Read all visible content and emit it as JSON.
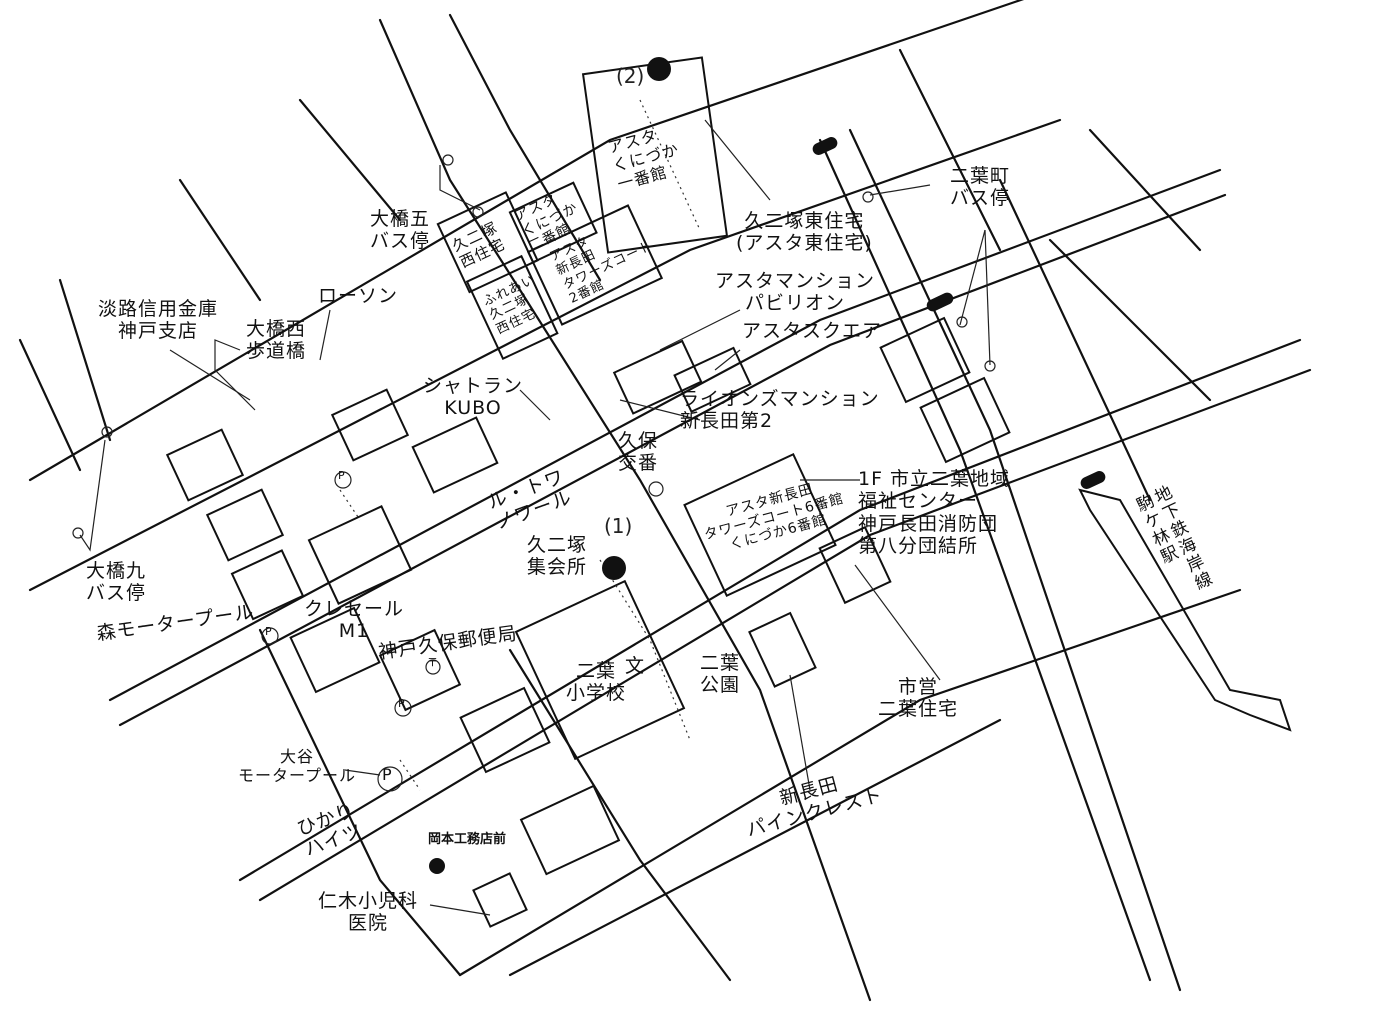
{
  "labels": {
    "awaji_bank": "淡路信用金庫\n神戸支店",
    "ohashi_nishi_bridge": "大橋西\n歩道橋",
    "lawson": "ローソン",
    "ohashi5_bus": "大橋五\nバス停",
    "kuniduka_nishi": "久二塚\n西住宅",
    "asta_kunidzuka_2": "アスタ\nくにづか\n二番館",
    "asta_towers_2": "アスタ\n新長田\nタワーズコート\n2番館",
    "fureai_kuniduka": "ふれあい\n久二塚\n西住宅",
    "asta_kunidzuka_1": "アスタ\nくにづか\n一番館",
    "kuniduka_higashi": "久二塚東住宅\n(アスタ東住宅)",
    "futaba_bus": "二葉町\nバス停",
    "asta_mansion": "アスタマンション\nパビリオン",
    "asta_square": "アスタスクエア",
    "lions_mansion": "ライオンズマンション\n新長田第2",
    "chateau_kubo": "シャトラン\nKUBO",
    "kubo_koban": "久保\n交番",
    "letoile": "ル・トワ\nノワール",
    "kuniduka_hall": "久二塚\n集会所",
    "asta_towers_6": "アスタ新長田\nタワーズコート6番館\nくにづか6番館",
    "welfare_center": "1F 市立二葉地域\n福祉センター\n神戸長田消防団\n第八分団結所",
    "subway": "地下鉄海岸線\n駒ケ林駅",
    "ohashi9_bus": "大橋九\nバス停",
    "mori_motor_pool": "森モータープール",
    "creseal": "クレセール\nM1",
    "kubo_post": "神戸久保郵便局",
    "futaba_school": "二葉\n小学校",
    "futaba_park": "二葉\n公園",
    "shiei_futaba": "市営\n二葉住宅",
    "otani_motor_pool": "大谷\nモータープール",
    "hikari_heights": "ひかり\nハイツ",
    "okamoto_stop": "岡本工務店前",
    "niki_clinic": "仁木小児科\n医院",
    "pine_crest": "新長田\nパインクレスト",
    "school_symbol": "文"
  },
  "markers": {
    "stop1_number": "(1)",
    "stop2_number": "(2)",
    "parking_symbol": "P",
    "post_symbol": "〒"
  },
  "colors": {
    "ink": "#111111",
    "paper": "#ffffff"
  }
}
